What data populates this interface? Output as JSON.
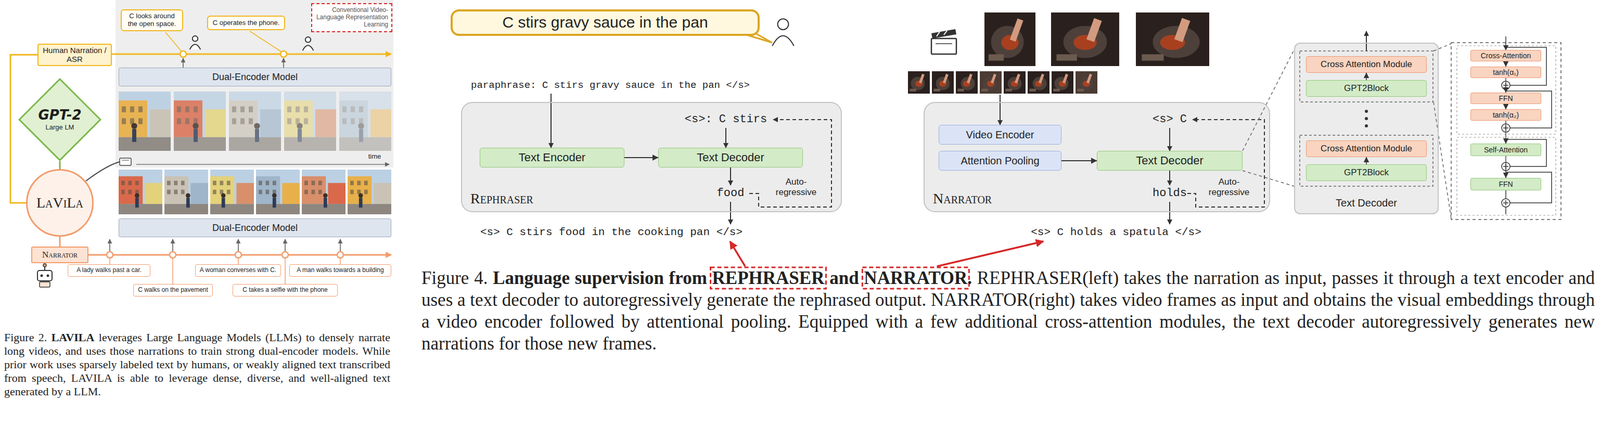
{
  "diagram": {
    "nodes": [
      {
        "text": [
          "Human Narration / ASR"
        ]
      },
      {
        "text": [
          "C looks around the open space."
        ]
      },
      {
        "text": [
          "C operates the phone."
        ]
      },
      {
        "text": [
          "Conventional Video-Language Representation Learning"
        ]
      },
      {
        "text": [
          "Dual-Encoder Model"
        ]
      },
      {
        "text": [
          "GPT-2",
          "Large LM"
        ]
      },
      {
        "text": [
          "LaViLa"
        ]
      },
      {
        "text": [
          "Dual-Encoder Model"
        ]
      },
      {
        "text": [
          "Narrator"
        ]
      },
      {
        "text": [
          "A lady walks past a car."
        ]
      },
      {
        "text": [
          "A woman converses with C."
        ]
      },
      {
        "text": [
          "A man walks towards a building"
        ]
      },
      {
        "text": [
          "C walks on the pavement"
        ]
      },
      {
        "text": [
          "C takes a selfie with the phone"
        ]
      },
      {
        "text": [
          "C stirs gravy sauce in the pan"
        ]
      },
      {
        "text": [
          "Rephraser"
        ]
      },
      {
        "text": [
          "Text Encoder"
        ],
        "in": 15
      },
      {
        "text": [
          "Text Decoder"
        ],
        "in": 15
      },
      {
        "text": [
          "Narrator"
        ]
      },
      {
        "text": [
          "Video Encoder"
        ],
        "in": 18
      },
      {
        "text": [
          "Attention Pooling"
        ],
        "in": 18
      },
      {
        "text": [
          "Text Decoder"
        ],
        "in": 18
      },
      {
        "text": [
          "Text Decoder"
        ]
      },
      {
        "text": [
          "Cross Attention Module"
        ],
        "in": 22
      },
      {
        "text": [
          "GPT2Block"
        ],
        "in": 22
      },
      {
        "text": [
          "Cross Attention Module"
        ],
        "in": 22
      },
      {
        "text": [
          "GPT2Block"
        ],
        "in": 22
      },
      {
        "text": [
          "Cross-Attention"
        ]
      },
      {
        "text": [
          "tanh(α₁)"
        ]
      },
      {
        "text": [
          "FFN"
        ]
      },
      {
        "text": [
          "tanh(α₂)"
        ]
      },
      {
        "text": [
          "Self-Attention"
        ]
      },
      {
        "text": [
          "FFN"
        ]
      }
    ],
    "edges": [
      {
        "from": 0,
        "to": 6,
        "arrow": "none"
      },
      {
        "from": 5,
        "to": 6,
        "arrow": "none"
      },
      {
        "from": 6,
        "to": 8,
        "arrow": "none"
      },
      {
        "from": 16,
        "to": 17,
        "arrow": "to"
      },
      {
        "from": 20,
        "to": 21,
        "arrow": "to"
      },
      {
        "from": 21,
        "to": 22,
        "arrow": "none"
      },
      {
        "from": 24,
        "to": 23,
        "arrow": "to"
      },
      {
        "from": 26,
        "to": 25,
        "arrow": "to"
      },
      {
        "from": 27,
        "to": 28,
        "arrow": "to"
      },
      {
        "from": 28,
        "to": 29,
        "arrow": "to"
      },
      {
        "from": 29,
        "to": 30,
        "arrow": "to"
      },
      {
        "from": 30,
        "to": 31,
        "arrow": "to"
      },
      {
        "from": 31,
        "to": 32,
        "arrow": "to"
      }
    ],
    "labels": [
      "time",
      "Figure 2. LAVILA leverages Large Language Models (LLMs) to densely narrate long videos, and uses those narrations to train strong dual-encoder models. While prior work uses sparsely labeled text by humans, or weakly aligned text transcribed from speech, LAVILA is able to leverage dense, diverse, and well-aligned text generated by a LLM.",
      "paraphrase: C stirs gravy sauce in the pan </s>",
      "<s>: C stirs",
      "food",
      "Auto-regressive",
      "<s> C stirs food in the cooking pan </s>",
      "<s> C",
      "holds",
      "Auto-regressive",
      "<s> C holds a spatula </s>",
      "Figure 4. Language supervision from REPHRASER and NARRATOR. REPHRASER(left) takes the narration as input, passes it through a text encoder and uses a text decoder to autoregressively generate the rephrased output. NARRATOR(right) takes video frames as input and obtains the visual embeddings through a video encoder followed by attentional pooling. Equipped with a few additional cross-attention modules, the text decoder autoregressively generates new narrations for those new frames."
    ]
  }
}
